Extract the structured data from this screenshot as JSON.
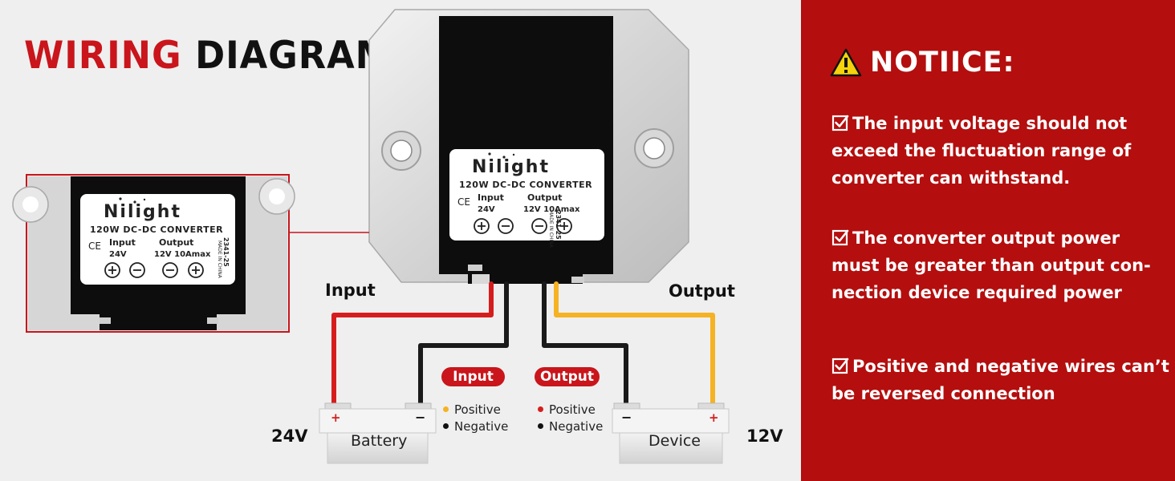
{
  "title": {
    "part1": "WIRING",
    "part2": "DIAGRAM"
  },
  "converter": {
    "brand": "Nilight",
    "model": "120W DC-DC CONVERTER",
    "input_label": "Input",
    "input_value": "24V",
    "output_label": "Output",
    "output_value": "12V 10Amax",
    "ce_mark": "CE",
    "code": "2341-25",
    "origin": "MADE IN CHINA"
  },
  "diagram": {
    "input_label": "Input",
    "output_label": "Output",
    "battery_label": "Battery",
    "device_label": "Device",
    "battery_voltage": "24V",
    "device_voltage": "12V",
    "plus_sign": "+",
    "minus_sign": "−"
  },
  "legend": {
    "input": {
      "title": "Input",
      "positive": "Positive",
      "negative": "Negative"
    },
    "output": {
      "title": "Output",
      "positive": "Positive",
      "negative": "Negative"
    }
  },
  "notice": {
    "title": "NOTIICE:",
    "items": [
      {
        "lines": [
          "The input voltage should not",
          "exceed the fluctuation range of",
          "converter can withstand."
        ]
      },
      {
        "lines": [
          "The converter output power",
          "must be greater than output con-",
          "nection device required power"
        ]
      },
      {
        "lines": [
          "Positive and negative wires can’t",
          "be reversed connection"
        ]
      }
    ]
  },
  "colors": {
    "brand_red": "#c9151b",
    "panel_red": "#b40e0e",
    "wire_red": "#d61d1d",
    "wire_black": "#1a1a1a",
    "wire_yellow": "#f5b223",
    "warning_yellow": "#f4d20c"
  },
  "icons": [
    "warning-triangle-icon",
    "checkbox-icon",
    "plus-terminal-icon",
    "minus-terminal-icon",
    "mounting-hole-icon"
  ]
}
